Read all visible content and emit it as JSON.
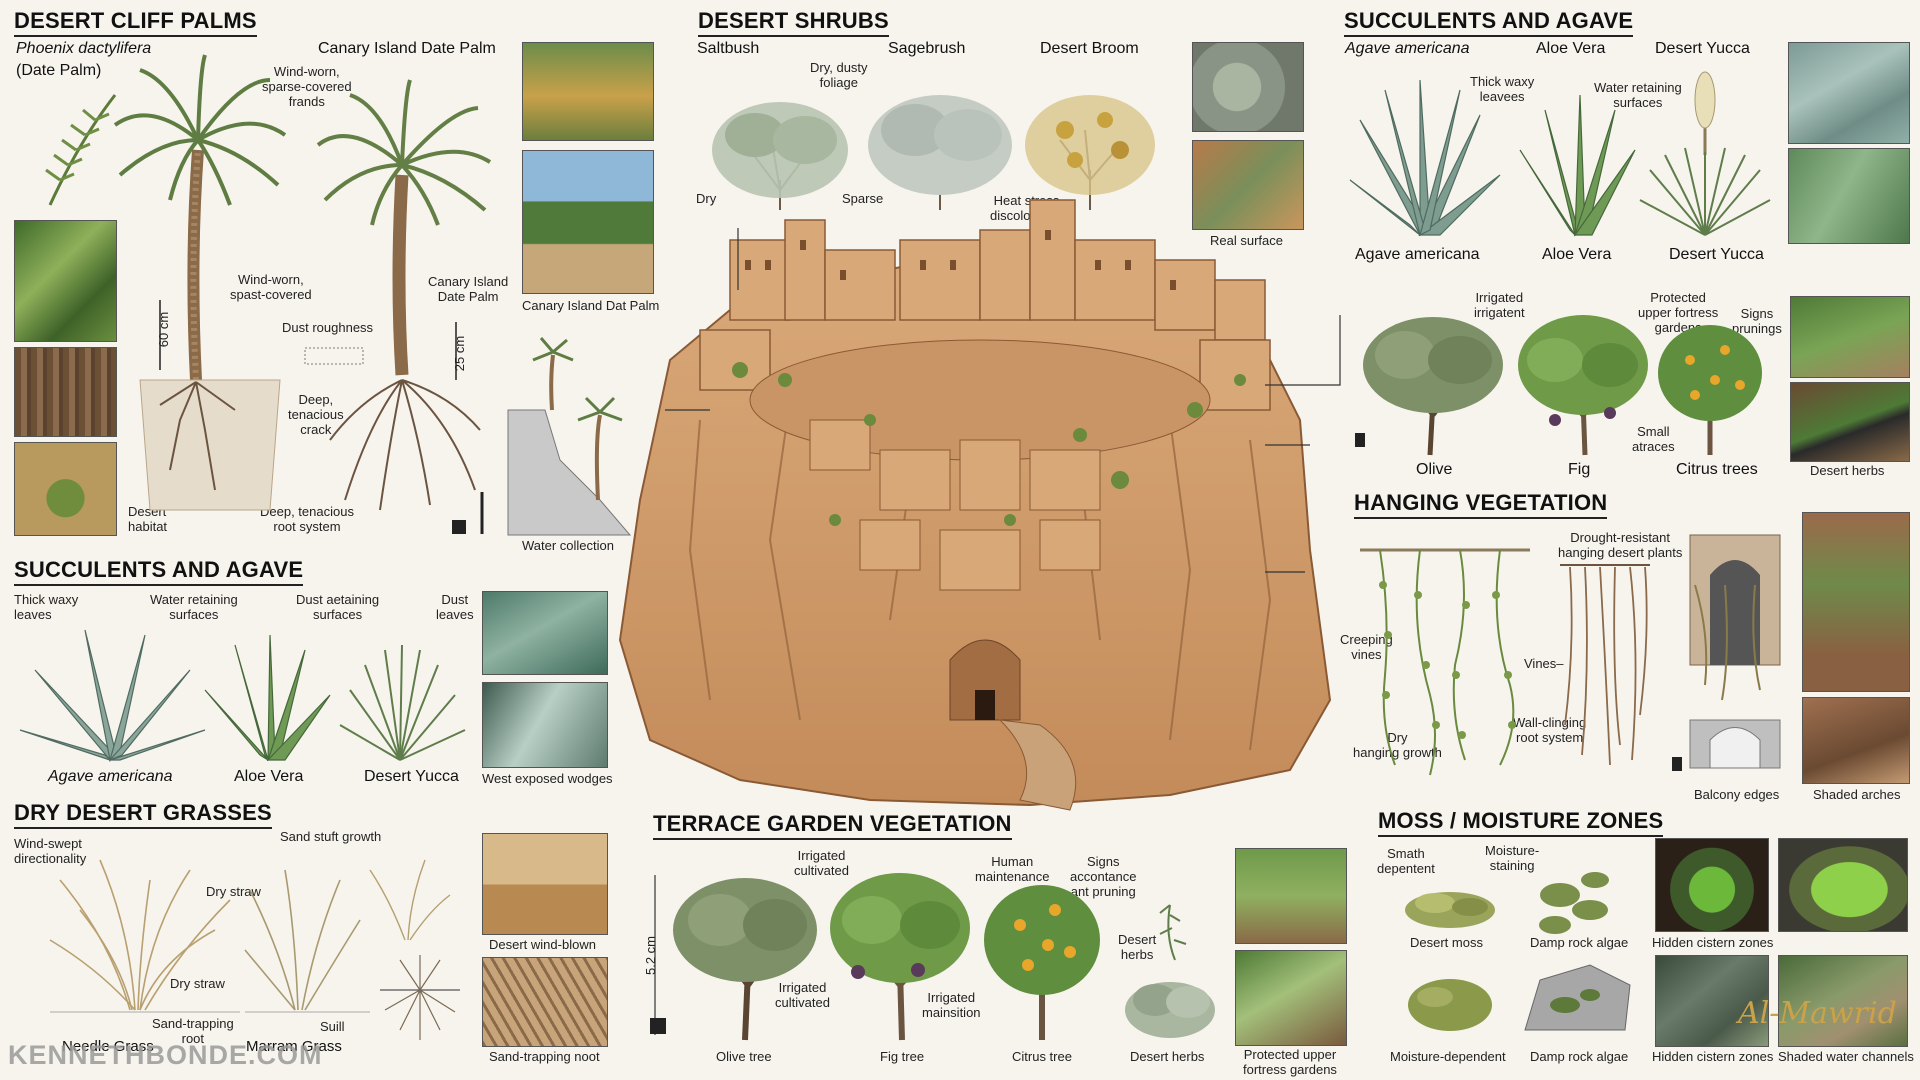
{
  "sections": {
    "palms": {
      "title": "DESERT CLIFF PALMS",
      "species": "Phoenix dactylifera",
      "common": "(Date Palm)",
      "canary_title": "Canary Island Date Palm",
      "labels": {
        "wind_worn_top": "Wind-worn,\nsparse-covered\nfrands",
        "wind_worn_mid": "Wind-worn,\nspast-covered",
        "canary_side": "Canary Island\nDate Palm",
        "dust_roughness": "Dust roughness",
        "deep_crack": "Deep,\ntenacious\ncrack",
        "root_system": "Deep, tenacious\nroot system",
        "desert_habitat": "Desert\nhabitat",
        "scale_60": "60 cm",
        "scale_25": "25 cm",
        "photo_caption": "Canary Island Dat Palm",
        "water_caption": "Water collection"
      }
    },
    "shrubs": {
      "title": "DESERT SHRUBS",
      "items": [
        "Saltbush",
        "Sagebrush",
        "Desert Broom"
      ],
      "labels": {
        "dry_dusty": "Dry, dusty\nfoliage",
        "dry": "Dry",
        "sparse": "Sparse",
        "heat_stress": "Heat stress\ndiscoloration",
        "real_surface": "Real surface"
      }
    },
    "succulents_right": {
      "title": "SUCCULENTS AND AGAVE",
      "header_species": "Agave americana",
      "header_aloe": "Aloe Vera",
      "header_yucca": "Desert Yucca",
      "labels": {
        "thick_waxy": "Thick waxy\nleavees",
        "water_retaining": "Water retaining\nsurfaces"
      },
      "names": [
        "Agave americana",
        "Aloe Vera",
        "Desert Yucca"
      ]
    },
    "trees_right": {
      "labels": {
        "irrigated": "Irrigated\nirrigatent",
        "protected": "Protected\nupper fortress\ngardens",
        "signs": "Signs\nprunings",
        "small": "Small\natraces"
      },
      "names": [
        "Olive",
        "Fig",
        "Citrus trees",
        "Desert herbs"
      ]
    },
    "hanging": {
      "title": "HANGING VEGETATION",
      "labels": {
        "drought": "Drought-resistant\nhanging desert plants",
        "creeping": "Creeping\nvines",
        "vines": "Vines–",
        "dry_hanging": "Dry\nhanging growth",
        "wall_clinging": "Wall-clinging\nroot system"
      },
      "captions": [
        "Balcony edges",
        "Shaded arches"
      ]
    },
    "succulents_left": {
      "title": "SUCCULENTS AND AGAVE",
      "labels": {
        "thick_waxy": "Thick waxy\nleaves",
        "water_retaining": "Water retaining\nsurfaces",
        "dust_retaining": "Dust aetaining\nsurfaces",
        "dust_leaves": "Dust\nleaves"
      },
      "names": [
        "Agave americana",
        "Aloe Vera",
        "Desert Yucca"
      ],
      "photo_caption": "West exposed wodges"
    },
    "grasses": {
      "title": "DRY DESERT GRASSES",
      "labels": {
        "wind_swept": "Wind-swept\ndirectionality",
        "sand_stuff": "Sand stuft growth",
        "dry_straw_1": "Dry straw",
        "dry_straw_2": "Dry straw",
        "sand_trapping": "Sand-trapping\nroot",
        "suill": "Suill"
      },
      "names": [
        "Needle Grass",
        "Marram Grass"
      ],
      "captions": [
        "Desert wind-blown",
        "Sand-trapping noot"
      ]
    },
    "terrace": {
      "title": "TERRACE GARDEN VEGETATION",
      "labels": {
        "irrigated_top": "Irrigated\ncultivated",
        "human": "Human\nmaintenance",
        "signs": "Signs\naccontance\nant pruning",
        "desert_herbs": "Desert\nherbs",
        "irrigated_mid": "Irrigated\ncultivated",
        "irrigated_main": "Irrigated\nmainsition",
        "scale": "5.2 cm"
      },
      "names": [
        "Olive tree",
        "Fig tree",
        "Citrus tree",
        "Desert herbs"
      ],
      "photo_caption": "Protected upper\nfortress gardens"
    },
    "moss": {
      "title": "MOSS / MOISTURE ZONES",
      "labels": {
        "smath": "Smath\ndepentent",
        "moisture_staining": "Moisture-\nstaining"
      },
      "names": [
        "Desert moss",
        "Damp rock algae",
        "Moisture-dependent",
        "Damp rock algae"
      ],
      "captions": [
        "Hidden cistern zones",
        "Hidden cistern zones",
        "Shaded water channels"
      ]
    }
  },
  "watermark": "KENNETHBONDE.COM",
  "brand": "Al-Mawrid"
}
